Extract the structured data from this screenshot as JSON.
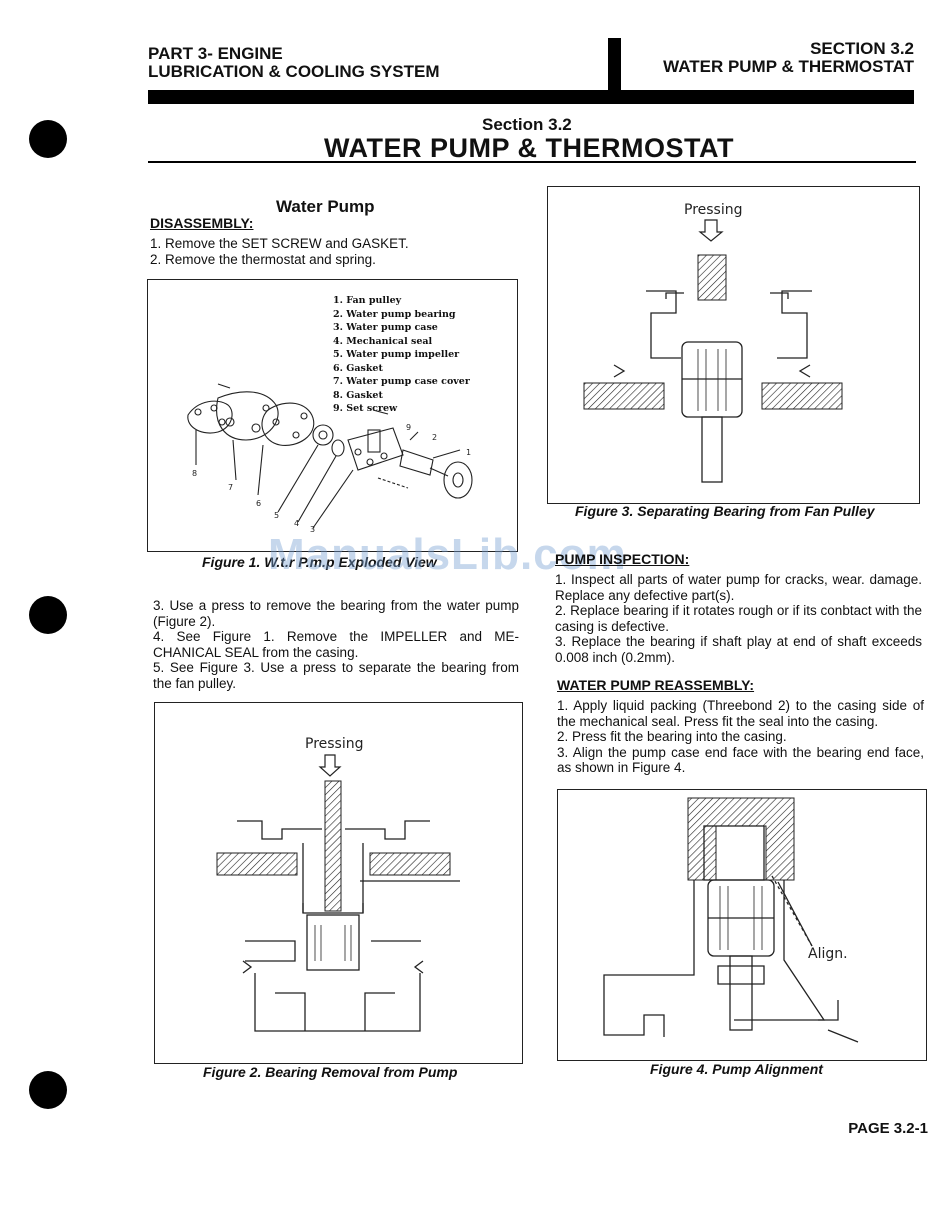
{
  "header": {
    "part_line1": "PART 3- ENGINE",
    "part_line2": "LUBRICATION & COOLING SYSTEM",
    "section_line1": "SECTION 3.2",
    "section_line2": "WATER PUMP & THERMOSTAT"
  },
  "title": {
    "section": "Section 3.2",
    "main": "WATER PUMP & THERMOSTAT"
  },
  "left": {
    "subtitle": "Water Pump",
    "disassembly_heading": "DISASSEMBLY:",
    "steps_a": [
      "1. Remove the SET SCREW and GASKET.",
      "2. Remove the thermostat and spring."
    ],
    "steps_b": [
      "3. Use a press to remove the bearing from the water pump (Figure 2).",
      "4. See Figure 1. Remove the IMPELLER and ME-CHANICAL SEAL from the casing.",
      "5. See Figure 3. Use a press to separate the bearing from the fan pulley."
    ]
  },
  "figure1": {
    "caption": "Figure 1.  W.t.r P.m.p  Exploded View",
    "parts": [
      "1.  Fan pulley",
      "2.  Water pump bearing",
      "3.  Water pump case",
      "4.  Mechanical seal",
      "5.  Water pump impeller",
      "6.  Gasket",
      "7.  Water pump case cover",
      "8.  Gasket",
      "9.  Set screw"
    ],
    "callouts": [
      "9",
      "2",
      "1",
      "8",
      "7",
      "6",
      "5",
      "4",
      "3"
    ]
  },
  "figure2": {
    "label": "Pressing",
    "caption": "Figure 2. Bearing Removal from Pump"
  },
  "figure3": {
    "label": "Pressing",
    "caption": "Figure 3. Separating Bearing from Fan Pulley"
  },
  "figure4": {
    "label": "Align.",
    "caption": "Figure 4. Pump Alignment"
  },
  "right": {
    "inspection_heading": "PUMP INSPECTION:",
    "inspection_steps": [
      "1. Inspect all parts of water pump for cracks, wear. damage. Replace any defective part(s).",
      "2. Replace bearing if it rotates rough or if its conbtact with the casing is defective.",
      "3. Replace the bearing if shaft play at end of shaft exceeds 0.008 inch (0.2mm)."
    ],
    "reassembly_heading": "WATER PUMP REASSEMBLY:",
    "reassembly_steps": [
      "1. Apply liquid packing (Threebond 2) to the casing side of the mechanical seal. Press fit the seal into the casing.",
      "2. Press fit the bearing into the casing.",
      "3. Align the pump case end face with the bearing end face, as shown in Figure 4."
    ]
  },
  "watermark": "ManualsLib.com",
  "footer": {
    "page": "PAGE 3.2-1"
  }
}
